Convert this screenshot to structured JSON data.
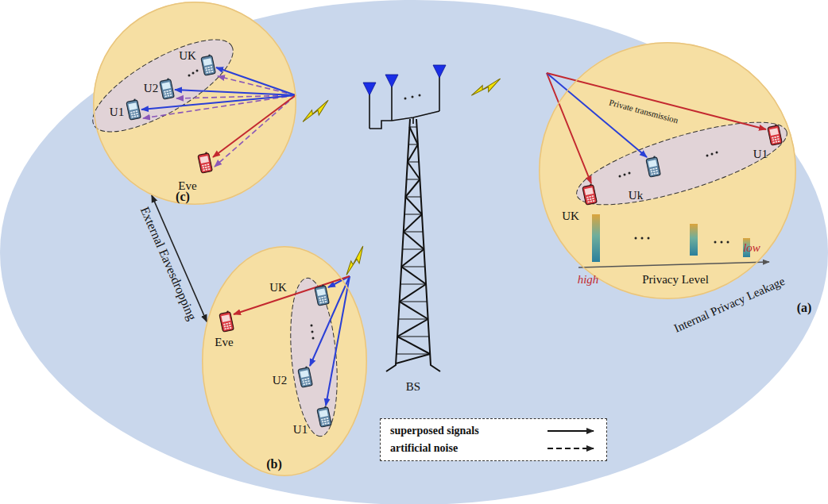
{
  "diagram": {
    "nodes": [
      {
        "text": [
          "(c)"
        ]
      },
      {
        "text": [
          "(a)"
        ]
      },
      {
        "text": [
          "(b)"
        ]
      }
    ],
    "edges": [
      {
        "from": 0,
        "to": 2,
        "arrow": "both",
        "label": "External Eavesdropping"
      }
    ],
    "labels": [
      "UK",
      "U2",
      "U1",
      "Eve",
      "Private transmission",
      "U1",
      "Uk",
      "UK",
      "high",
      "low",
      "Privacy Level",
      "Internal Privacy Leakage",
      "BS",
      "Eve",
      "UK",
      "U2",
      "U1"
    ],
    "legend": [
      {
        "text": "superposed signals"
      },
      {
        "text": "artificial noise"
      }
    ]
  }
}
